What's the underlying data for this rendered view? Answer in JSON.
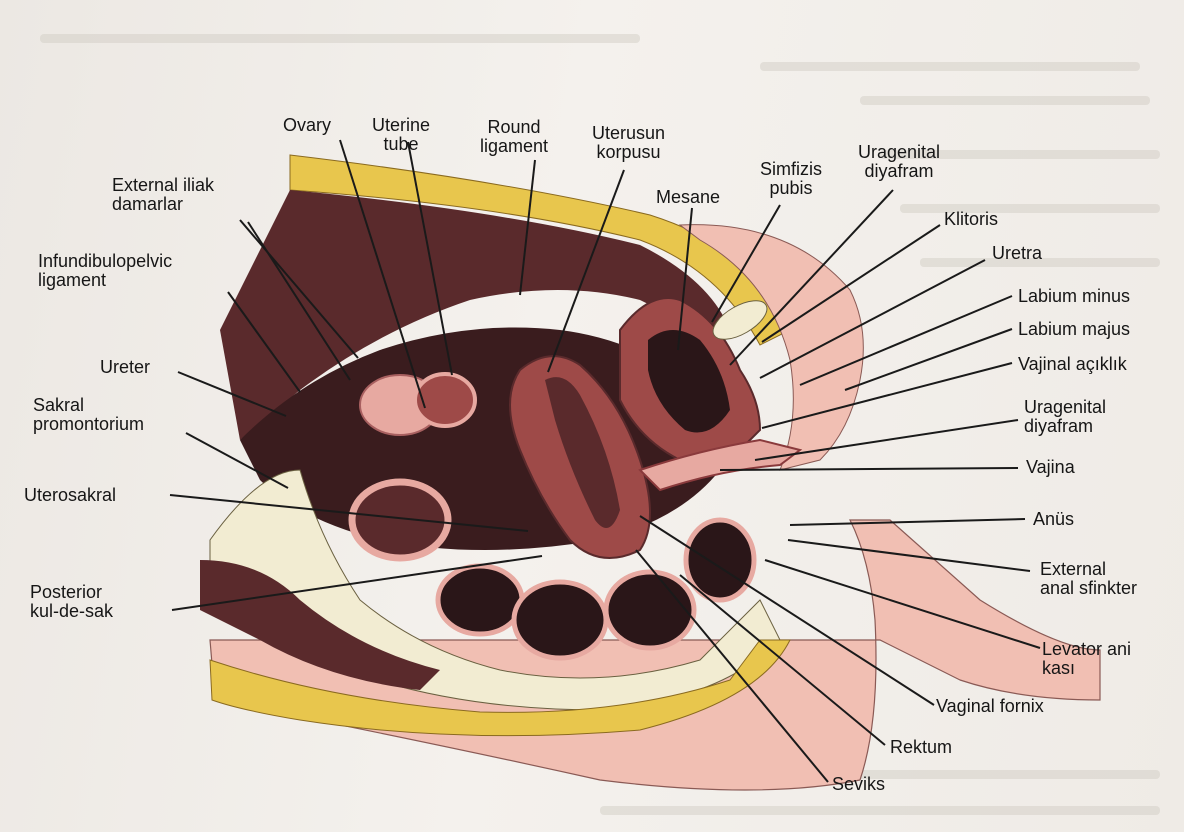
{
  "labels": {
    "ovary": "Ovary",
    "uterine_tube": "Uterine\ntube",
    "round_ligament": "Round\nligament",
    "uterusun_korpusu": "Uterusun\nkorpusu",
    "mesane": "Mesane",
    "simfizis_pubis": "Simfizis\npubis",
    "uragenital_diyafram_top": "Uragenital\ndiyafram",
    "external_iliak_damarlar": "External iliak\ndamarlar",
    "infundibulopelvic_ligament": "Infundibulopelvic\nligament",
    "ureter": "Ureter",
    "sakral_promontorium": "Sakral\npromontorium",
    "uterosakral": "Uterosakral",
    "posterior_kul_de_sak": "Posterior\nkul-de-sak",
    "klitoris": "Klitoris",
    "uretra": "Uretra",
    "labium_minus": "Labium minus",
    "labium_majus": "Labium majus",
    "vajinal_aciklik": "Vajinal açıklık",
    "uragenital_diyafram_right": "Uragenital\ndiyafram",
    "vajina": "Vajina",
    "anus": "Anüs",
    "external_anal_sfinkter": "External\nanal sfinkter",
    "levator_ani_kasi": "Levator ani\nkası",
    "vaginal_fornix": "Vaginal fornix",
    "rektum": "Rektum",
    "seviks": "Seviks"
  },
  "colors": {
    "paper": "#f1eeea",
    "fat": "#e8c64d",
    "bone": "#f2ecd2",
    "muscle_dark": "#5a2a2c",
    "muscle": "#8c3a3c",
    "tissue_pink": "#e7a9a1",
    "skin": "#f1bfb3",
    "cavity": "#2a1618",
    "uterus": "#9e4a48",
    "line": "#1a1a1a"
  }
}
